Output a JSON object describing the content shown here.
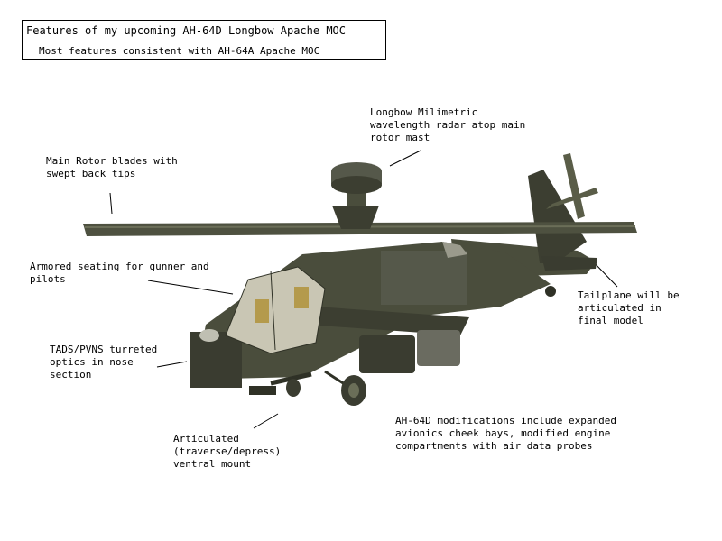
{
  "title": {
    "main": "Features of my upcoming AH-64D Longbow Apache MOC",
    "sub": "Most features consistent with AH-64A Apache MOC"
  },
  "callouts": {
    "radar": "Longbow Milimetric\nwavelength radar atop main\nrotor mast",
    "rotor": "Main Rotor blades with\nswept back tips",
    "seating": "Armored seating for gunner and\npilots",
    "tailplane": "Tailplane will be\narticulated in\nfinal model",
    "tads": "TADS/PVNS turreted\noptics in nose\nsection",
    "mount": "Articulated\n(traverse/depress)\nventral mount",
    "mods": "AH-64D modifications include expanded\navionics cheek bays, modified engine\ncompartments with air data probes"
  },
  "colors": {
    "olive": "#4a4d3c",
    "olive_dark": "#2f3126",
    "olive_light": "#6b6e58",
    "canopy": "#c9c6b4",
    "seat": "#b49a4c"
  }
}
